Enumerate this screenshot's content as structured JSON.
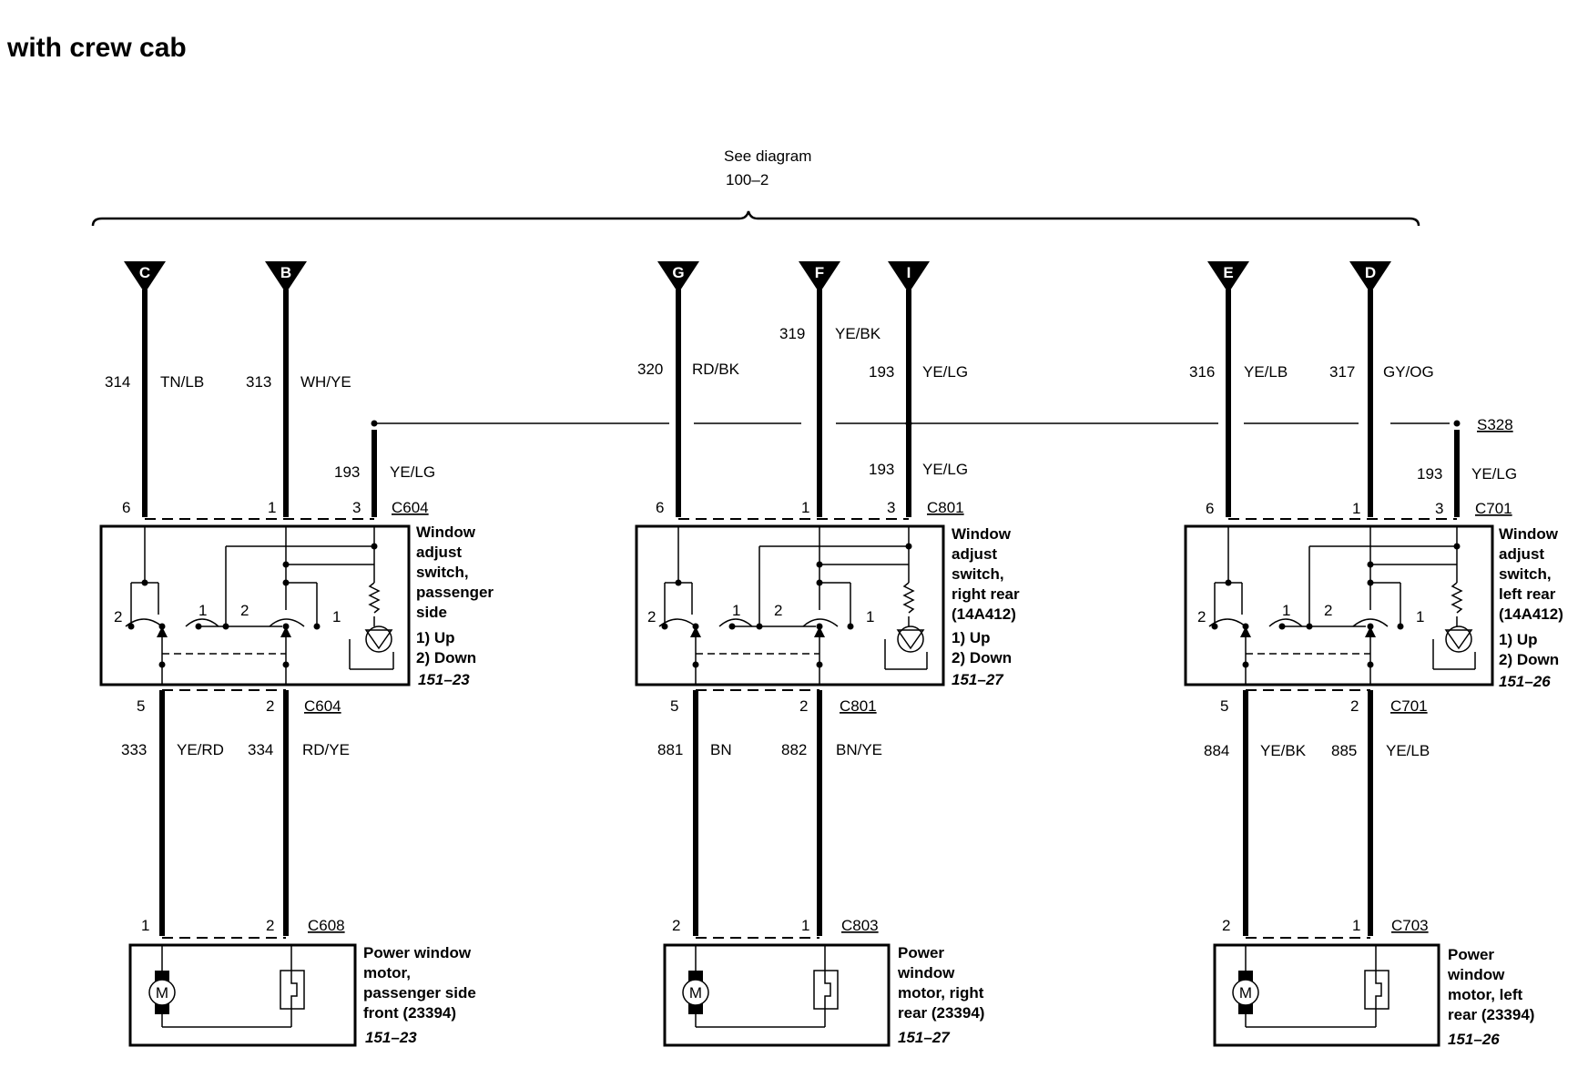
{
  "title": "with crew cab",
  "reference": {
    "line1": "See diagram",
    "line2": "100–2"
  },
  "splice": "S328",
  "circuits": [
    {
      "id": "passenger",
      "top_wires": [
        {
          "letter": "C",
          "circuit": "314",
          "color": "TN/LB",
          "pin": "6"
        },
        {
          "letter": "B",
          "circuit": "313",
          "color": "WH/YE",
          "pin": "1"
        }
      ],
      "lamp_wire": {
        "circuit": "193",
        "color": "YE/LG",
        "pin": "3"
      },
      "switch_connector": "C604",
      "switch_lines": [
        "Window",
        "adjust",
        "switch,",
        "passenger",
        "side",
        "1) Up",
        "2) Down"
      ],
      "switch_ref": "151–23",
      "bottom_wires": [
        {
          "circuit": "333",
          "color": "YE/RD",
          "pin_top": "5",
          "pin_bottom": "1"
        },
        {
          "circuit": "334",
          "color": "RD/YE",
          "pin_top": "2",
          "pin_bottom": "2"
        }
      ],
      "motor_connector": "C608",
      "motor_lines": [
        "Power window",
        "motor,",
        "passenger side",
        "front (23394)"
      ],
      "motor_ref": "151–23"
    },
    {
      "id": "right-rear",
      "top_wires": [
        {
          "letter": "G",
          "circuit": "320",
          "color": "RD/BK",
          "pin": "6"
        },
        {
          "letter": "F",
          "circuit": "319",
          "color": "YE/BK",
          "pin": "1"
        }
      ],
      "feed_wire": {
        "letter": "I",
        "circuit": "193",
        "color": "YE/LG"
      },
      "lamp_wire": {
        "circuit": "193",
        "color": "YE/LG",
        "pin": "3"
      },
      "switch_connector": "C801",
      "switch_lines": [
        "Window",
        "adjust",
        "switch,",
        "right rear",
        "(14A412)",
        "1) Up",
        "2) Down"
      ],
      "switch_ref": "151–27",
      "bottom_wires": [
        {
          "circuit": "881",
          "color": "BN",
          "pin_top": "5",
          "pin_bottom": "2"
        },
        {
          "circuit": "882",
          "color": "BN/YE",
          "pin_top": "2",
          "pin_bottom": "1"
        }
      ],
      "motor_connector": "C803",
      "motor_lines": [
        "Power",
        "window",
        "motor, right",
        "rear (23394)"
      ],
      "motor_ref": "151–27"
    },
    {
      "id": "left-rear",
      "top_wires": [
        {
          "letter": "E",
          "circuit": "316",
          "color": "YE/LB",
          "pin": "6"
        },
        {
          "letter": "D",
          "circuit": "317",
          "color": "GY/OG",
          "pin": "1"
        }
      ],
      "lamp_wire": {
        "circuit": "193",
        "color": "YE/LG",
        "pin": "3"
      },
      "switch_connector": "C701",
      "switch_lines": [
        "Window",
        "adjust",
        "switch,",
        "left rear",
        "(14A412)",
        "1) Up",
        "2) Down"
      ],
      "switch_ref": "151–26",
      "bottom_wires": [
        {
          "circuit": "884",
          "color": "YE/BK",
          "pin_top": "5",
          "pin_bottom": "2"
        },
        {
          "circuit": "885",
          "color": "YE/LB",
          "pin_top": "2",
          "pin_bottom": "1"
        }
      ],
      "motor_connector": "C703",
      "motor_lines": [
        "Power",
        "window",
        "motor, left",
        "rear (23394)"
      ],
      "motor_ref": "151–26"
    }
  ]
}
